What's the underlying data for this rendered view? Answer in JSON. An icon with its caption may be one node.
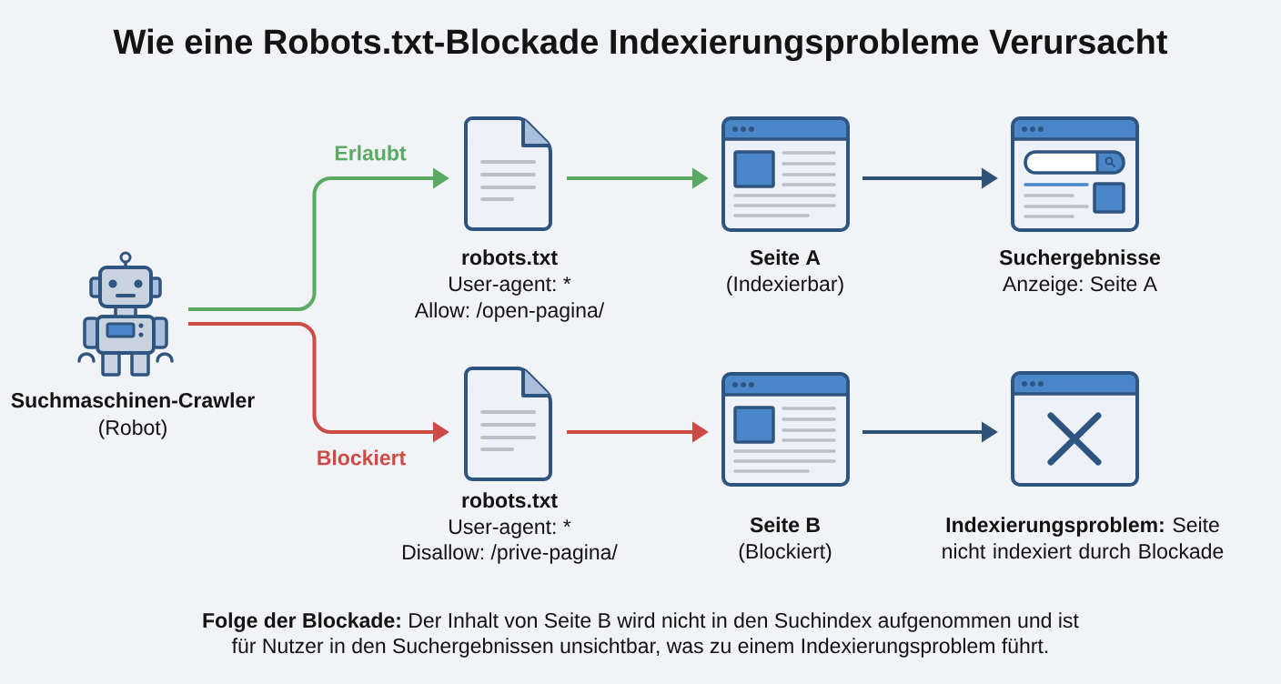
{
  "diagram": {
    "title": "Wie eine Robots.txt-Blockade Indexierungsprobleme Verursacht",
    "nodes": [
      {
        "text": [
          "Suchmaschinen-Crawler",
          "(Robot)"
        ]
      },
      {
        "text": [
          "robots.txt",
          "User-agent: *",
          "Allow: /open-pagina/"
        ]
      },
      {
        "text": [
          "Seite A",
          "(Indexierbar)"
        ]
      },
      {
        "text": [
          "Suchergebnisse",
          "Anzeige: Seite A"
        ]
      },
      {
        "text": [
          "robots.txt",
          "User-agent: *",
          "Disallow: /prive-pagina/"
        ]
      },
      {
        "text": [
          "Seite B",
          "(Blockiert)"
        ]
      },
      {
        "text": [
          "**Indexierungsproblem:** Seite nicht indexiert durch Blockade"
        ]
      }
    ],
    "edges": [
      {
        "from": 0,
        "to": 1,
        "arrow": "to",
        "label": "Erlaubt",
        "color": "#5aaa64"
      },
      {
        "from": 1,
        "to": 2,
        "arrow": "to",
        "color": "#5aaa64"
      },
      {
        "from": 2,
        "to": 3,
        "arrow": "to",
        "color": "#2f5277"
      },
      {
        "from": 0,
        "to": 4,
        "arrow": "to",
        "label": "Blockiert",
        "color": "#cc4b44"
      },
      {
        "from": 4,
        "to": 5,
        "arrow": "to",
        "color": "#cc4b44"
      },
      {
        "from": 5,
        "to": 6,
        "arrow": "to",
        "color": "#2f5277"
      }
    ],
    "caption": "**Folge der Blockade:** Der Inhalt von Seite B wird nicht in den Suchindex aufgenommen und ist für Nutzer in den Suchergebnissen unsichtbar, was zu einem Indexierungsproblem führt."
  }
}
